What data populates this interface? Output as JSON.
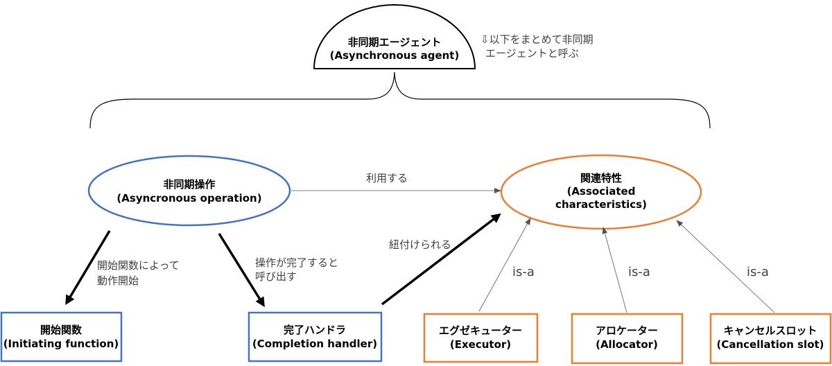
{
  "agent": {
    "title": "非同期エージェント",
    "subtitle": "(Asynchronous agent)",
    "note_line1": "⇩以下をまとめて非同期",
    "note_line2": "エージェントと呼ぶ"
  },
  "operation": {
    "title": "非同期操作",
    "subtitle": "(Asyncronous operation)"
  },
  "associated": {
    "title": "関連特性",
    "subtitle1": "(Associated",
    "subtitle2": "characteristics)"
  },
  "initiating": {
    "title": "開始関数",
    "subtitle": "(Initiating function)"
  },
  "completion": {
    "title": "完了ハンドラ",
    "subtitle": "(Completion handler)"
  },
  "executor": {
    "title": "エグゼキューター",
    "subtitle": "(Executor)"
  },
  "allocator": {
    "title": "アロケーター",
    "subtitle": "(Allocator)"
  },
  "cancellation": {
    "title": "キャンセルスロット",
    "subtitle": "(Cancellation slot)"
  },
  "edges": {
    "uses": "利用する",
    "bound": "紐付けられる",
    "start_line1": "開始関数によって",
    "start_line2": "動作開始",
    "call_line1": "操作が完了すると",
    "call_line2": "呼び出す",
    "isa_executor": "is-a",
    "isa_allocator": "is-a",
    "isa_cancellation": "is-a"
  },
  "colors": {
    "blue": "#4472C4",
    "orange": "#ED7D31",
    "line": "#000000",
    "thin": "#7f7f7f"
  }
}
